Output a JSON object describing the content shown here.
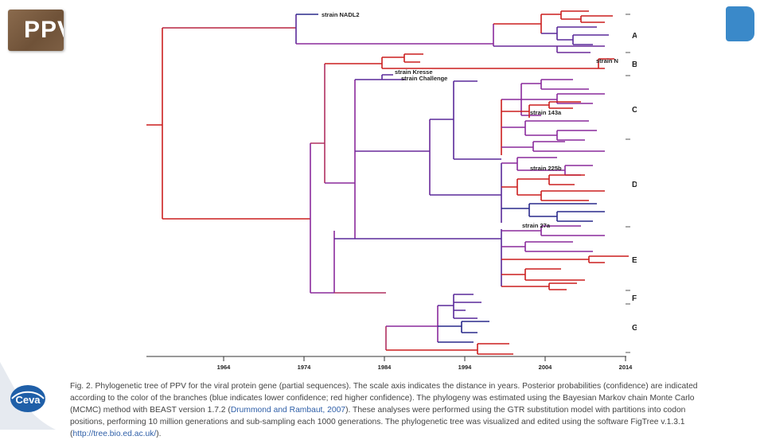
{
  "slide": {
    "title": "PPV"
  },
  "tree": {
    "strain_labels": {
      "nadl2": "strain NADL2",
      "n": "strain N",
      "kresse": "strain Kresse",
      "challenge": "strain Challenge",
      "s143a": "strain 143a",
      "s225b": "strain 225b",
      "s27a": "strain 27a"
    },
    "clade_labels": [
      "A",
      "B",
      "C",
      "D",
      "E",
      "F",
      "G"
    ],
    "axis_ticks": [
      "1964",
      "1974",
      "1984",
      "1994",
      "2004",
      "2014"
    ],
    "colors": {
      "high_confidence": "#cc1f1f",
      "low_confidence": "#2a2a8c",
      "mid_confidence": "#8a2a9c"
    }
  },
  "caption": {
    "part1": "Fig. 2. Phylogenetic tree of PPV for the viral protein gene (partial sequences). The scale axis indicates the distance in years. Posterior probabilities (confidence) are indicated according to the color of the branches (blue indicates lower confidence; red higher confidence). The phylogeny was estimated using the Bayesian Markov chain Monte Carlo (MCMC) method with BEAST version 1.7.2 (",
    "ref1": "Drummond and Rambaut, 2007",
    "part2": "). These analyses were performed using the GTR substitution model with partitions into codon positions, performing 10 million generations and sub-sampling each 1000 generations. The phylogenetic tree was visualized and edited using the software FigTree v.1.3.1 (",
    "ref2": "http://tree.bio.ed.ac.uk/",
    "part3": ")."
  },
  "logo": {
    "text": "Ceva",
    "color": "#1f5fa8"
  }
}
